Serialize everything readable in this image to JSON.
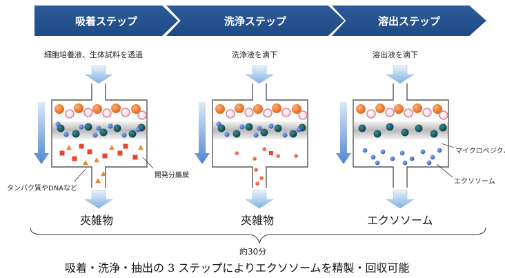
{
  "steps": [
    {
      "title": "吸着ステップ",
      "instruction": "細胞培養液、生体試料を透過",
      "result": "夾雑物"
    },
    {
      "title": "洗浄ステップ",
      "instruction": "洗浄液を滴下",
      "result": "夾雑物"
    },
    {
      "title": "溶出ステップ",
      "instruction": "溶出液を滴下",
      "result": "エクソソーム"
    }
  ],
  "labels": {
    "proteins": "タンパク質やDNAなど",
    "membrane": "開発分離膜",
    "microvesicle": "マイクロベジクル",
    "exosome": "エクソソーム"
  },
  "total_time": "約30分",
  "caption": "吸着・洗浄・抽出の 3 ステップによりエクソソームを精製・回収可能",
  "colors": {
    "header": "#22508f",
    "arrow": "#8cb8e6",
    "orange": "#f0741f",
    "pink_ring": "#e0a0b0",
    "teal": "#145a60",
    "blue": "#3a66c8",
    "red": "#e8452e"
  }
}
